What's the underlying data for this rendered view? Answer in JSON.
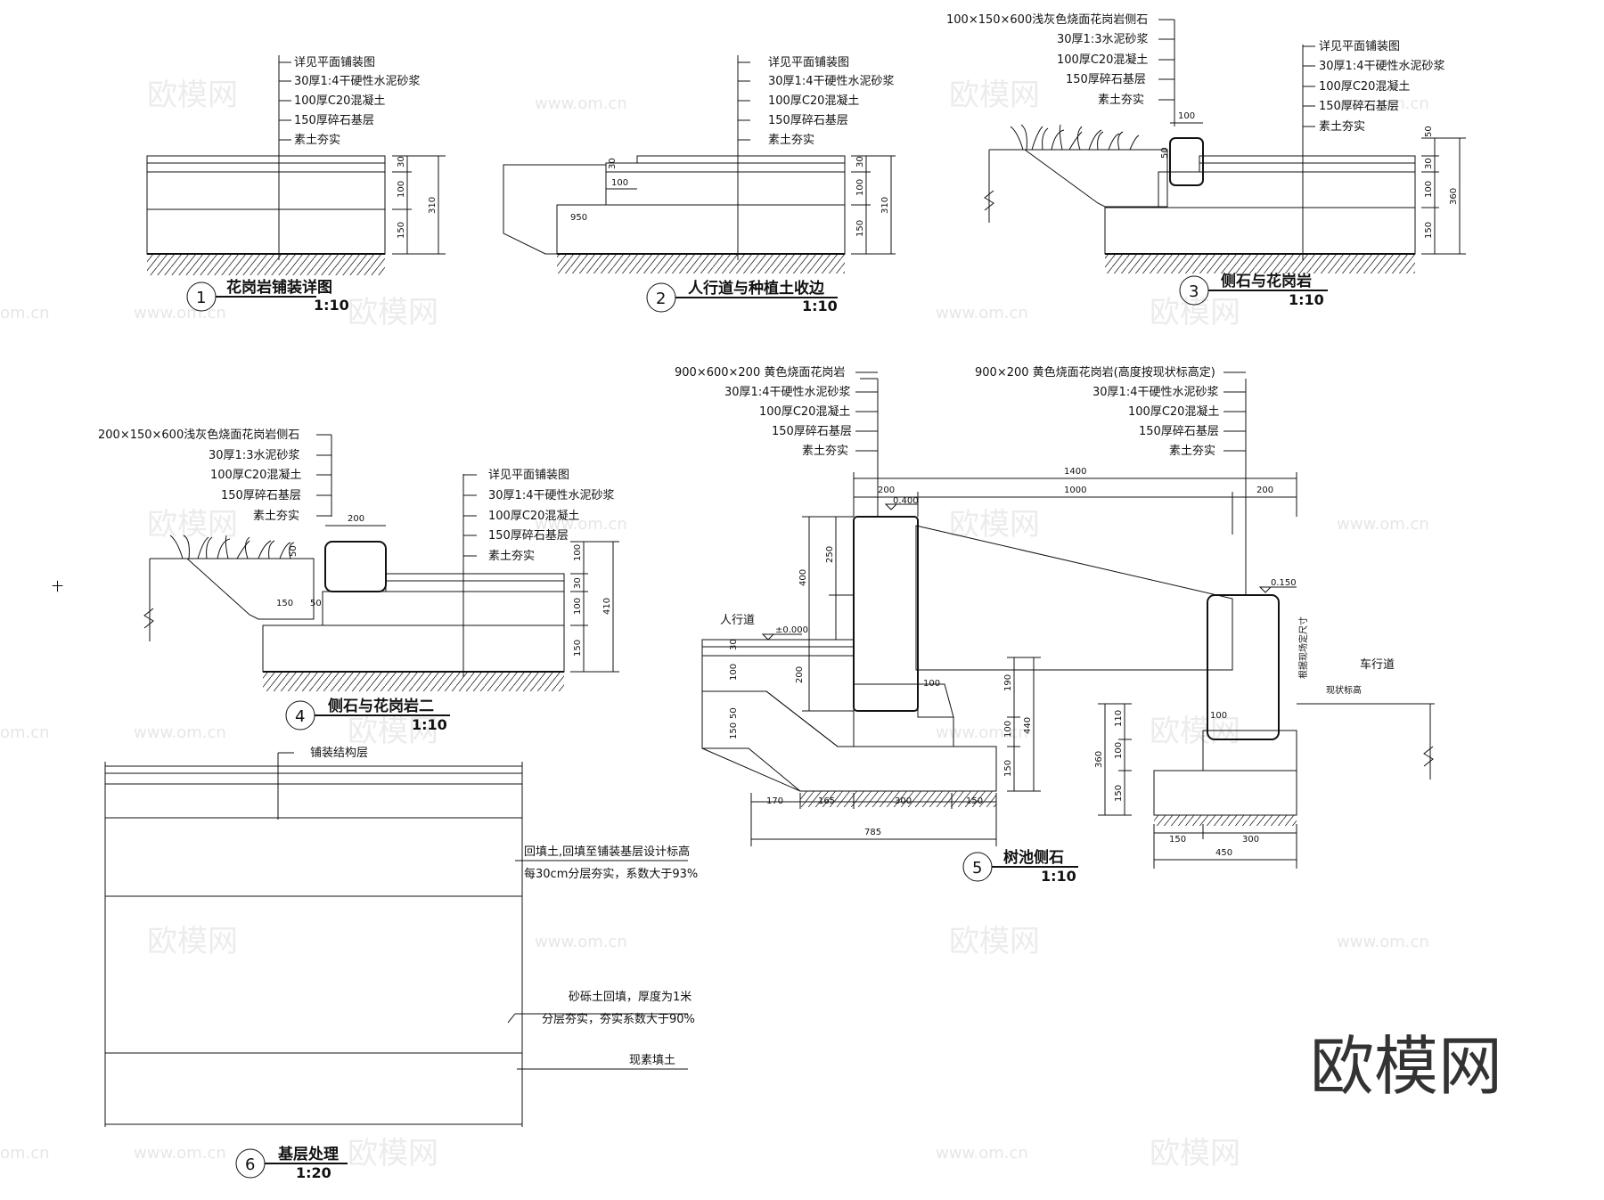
{
  "watermark": {
    "brand": "欧模网",
    "url": "www.om.cn",
    "frag": "om.cn"
  },
  "logo": "欧模网",
  "d1": {
    "labels": [
      "详见平面铺装图",
      "30厚1:4干硬性水泥砂浆",
      "100厚C20混凝土",
      "150厚碎石基层",
      "素土夯实"
    ],
    "dims": [
      "30",
      "100",
      "150",
      "310"
    ],
    "num": "1",
    "title": "花岗岩铺装详图",
    "scale": "1:10"
  },
  "d2": {
    "labels": [
      "详见平面铺装图",
      "30厚1:4干硬性水泥砂浆",
      "100厚C20混凝土",
      "150厚碎石基层",
      "素土夯实"
    ],
    "dims": [
      "30",
      "100",
      "150",
      "310",
      "100",
      "950",
      "30"
    ],
    "num": "2",
    "title": "人行道与种植土收边",
    "scale": "1:10"
  },
  "d3": {
    "left_labels": [
      "100×150×600浅灰色烧面花岗岩侧石",
      "30厚1:3水泥砂浆",
      "100厚C20混凝土",
      "150厚碎石基层",
      "素土夯实"
    ],
    "right_labels": [
      "详见平面铺装图",
      "30厚1:4干硬性水泥砂浆",
      "100厚C20混凝土",
      "150厚碎石基层",
      "素土夯实"
    ],
    "dims": [
      "100",
      "50",
      "30",
      "100",
      "150",
      "360",
      "50"
    ],
    "num": "3",
    "title": "侧石与花岗岩",
    "scale": "1:10"
  },
  "d4": {
    "left_labels": [
      "200×150×600浅灰色烧面花岗岩侧石",
      "30厚1:3水泥砂浆",
      "100厚C20混凝土",
      "150厚碎石基层",
      "素土夯实"
    ],
    "right_labels": [
      "详见平面铺装图",
      "30厚1:4干硬性水泥砂浆",
      "100厚C20混凝土",
      "150厚碎石基层",
      "素土夯实"
    ],
    "dims": [
      "200",
      "50",
      "100",
      "30",
      "100",
      "150",
      "410",
      "150",
      "50"
    ],
    "num": "4",
    "title": "侧石与花岗岩二",
    "scale": "1:10"
  },
  "d5": {
    "left_labels": [
      "900×600×200 黄色烧面花岗岩",
      "30厚1:4干硬性水泥砂浆",
      "100厚C20混凝土",
      "150厚碎石基层",
      "素土夯实"
    ],
    "right_labels": [
      "900×200 黄色烧面花岗岩(高度按现状标高定)",
      "30厚1:4干硬性水泥砂浆",
      "100厚C20混凝土",
      "150厚碎石基层",
      "素土夯实"
    ],
    "top_dims": [
      "1400",
      "200",
      "1000",
      "200"
    ],
    "elev": [
      "0.400",
      "±0.000",
      "0.150"
    ],
    "left_dims": [
      "250",
      "400",
      "30",
      "100",
      "200",
      "50",
      "150"
    ],
    "mid_dims": [
      "100",
      "190",
      "100",
      "440",
      "150"
    ],
    "bottom_dims": [
      "170",
      "165",
      "300",
      "150",
      "785"
    ],
    "right_dims": [
      "110",
      "100",
      "360",
      "150",
      "100",
      "150",
      "300",
      "450"
    ],
    "sidewalk": "人行道",
    "road": "车行道",
    "road_note": "现状标高",
    "vert_note": "根据现场定尺寸",
    "num": "5",
    "title": "树池侧石",
    "scale": "1:10"
  },
  "d6": {
    "labels": [
      "铺装结构层",
      "回填土,回填至铺装基层设计标高",
      "每30cm分层夯实，系数大于93%",
      "砂砾土回填，厚度为1米",
      "分层夯实，夯实系数大于90%",
      "现素填土"
    ],
    "num": "6",
    "title": "基层处理",
    "scale": "1:20"
  },
  "marker": "十"
}
